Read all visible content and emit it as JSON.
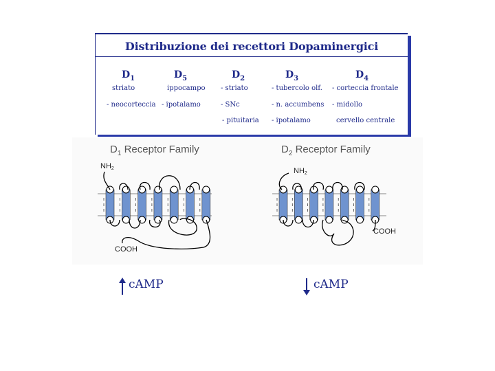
{
  "table": {
    "title": "Distribuzione dei recettori Dopaminergici",
    "columns": [
      {
        "letter": "D",
        "sub": "1",
        "cells": [
          "striato",
          "- neocorteccia"
        ]
      },
      {
        "letter": "D",
        "sub": "5",
        "cells": [
          "ippocampo",
          "- ipotalamo"
        ]
      },
      {
        "letter": "D",
        "sub": "2",
        "cells": [
          "- striato",
          "- SNc",
          "- pituitaria"
        ]
      },
      {
        "letter": "D",
        "sub": "3",
        "cells": [
          "- tubercolo olf.",
          "- n. accumbens",
          "- ipotalamo"
        ]
      },
      {
        "letter": "D",
        "sub": "4",
        "cells": [
          "- corteccia frontale",
          "- midollo",
          "cervello centrale"
        ]
      }
    ],
    "colors": {
      "text": "#1f2a8a",
      "shadow": "#2a3aa8"
    }
  },
  "families": [
    {
      "letter": "D",
      "sub": "1",
      "suffix": " Receptor Family",
      "nh2": "NH",
      "nh2_sub": "2",
      "cooh": "COOH",
      "camp": "cAMP",
      "camp_direction": "up"
    },
    {
      "letter": "D",
      "sub": "2",
      "suffix": " Receptor Family",
      "nh2": "NH",
      "nh2_sub": "2",
      "cooh": "COOH",
      "camp": "cAMP",
      "camp_direction": "down"
    }
  ],
  "colors": {
    "helix": "#6f93cf",
    "membrane_line": "#888888",
    "title_gray": "#555555"
  }
}
